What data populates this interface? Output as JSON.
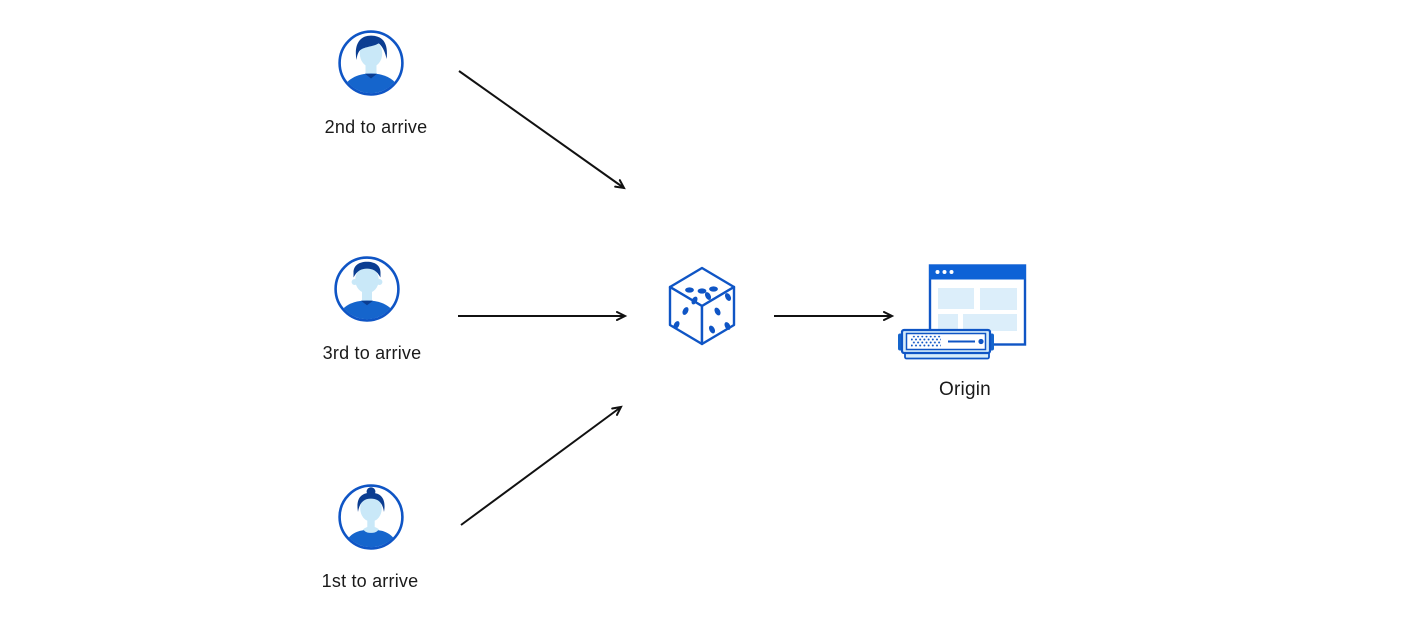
{
  "diagram": {
    "users": [
      {
        "id": "user-2nd",
        "label": "2nd to arrive",
        "icon": "user-avatar-male-pompadour-icon"
      },
      {
        "id": "user-3rd",
        "label": "3rd to arrive",
        "icon": "user-avatar-male-flattop-icon"
      },
      {
        "id": "user-1st",
        "label": "1st to arrive",
        "icon": "user-avatar-female-bun-icon"
      }
    ],
    "router": {
      "icon": "dice-icon"
    },
    "origin": {
      "label": "Origin",
      "icon": "origin-server-browser-icon"
    },
    "arrows": [
      {
        "from": "user-2nd",
        "to": "dice"
      },
      {
        "from": "user-3rd",
        "to": "dice"
      },
      {
        "from": "user-1st",
        "to": "dice"
      },
      {
        "from": "dice",
        "to": "origin"
      }
    ]
  },
  "colors": {
    "accent_blue": "#0F55C5",
    "hair_navy": "#0B3D91",
    "skin_light": "#C9E8F8",
    "shirt_blue": "#1565CC",
    "titlebar_blue": "#0E62D6",
    "panel_light": "#DCEEFA",
    "server_fill": "#D6ECFA",
    "arrow_black": "#111111",
    "text": "#1A1A1A",
    "background": "#FFFFFF"
  }
}
